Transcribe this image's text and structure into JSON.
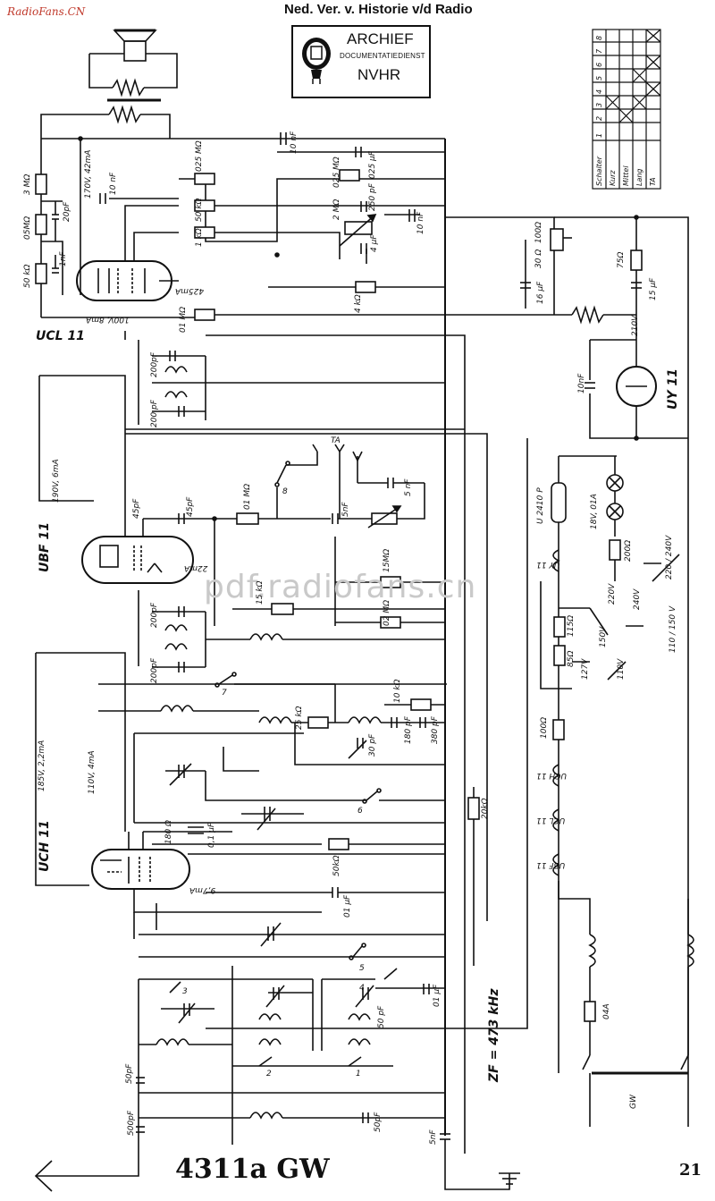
{
  "header": {
    "site": "RadioFans.CN",
    "title": "Ned. Ver. v. Historie v/d Radio"
  },
  "stamp": {
    "line1": "ARCHIEF",
    "line2": "DOCUMENTATIEDIENST",
    "line3": "NVHR"
  },
  "watermark": "pdf.radiofans.cn",
  "model": "4311a GW",
  "page_number": "21",
  "zf_note": "ZF = 473 kHz",
  "tubes": {
    "ucl11": "UCL 11",
    "ubf11": "UBF 11",
    "uch11": "UCH 11",
    "uy11": "UY 11"
  },
  "switch_table": {
    "rows": [
      "Schalter",
      "Kurz",
      "Mittel",
      "Lang",
      "TA"
    ],
    "cols": [
      "1",
      "2",
      "3",
      "4",
      "5",
      "6",
      "7",
      "8"
    ]
  },
  "labels": {
    "r_3m": "3 MΩ",
    "c_20p": "20pF",
    "r_05m": "05MΩ",
    "c_1n": "1nF",
    "r_50k": "50 kΩ",
    "ucl_v1": "170V, 42mA",
    "c_10n_a": "10 nF",
    "r_025m": "025 MΩ",
    "r_50ko": "50 kΩ",
    "r_1k": "1 kΩ",
    "i_425": "425mA",
    "v_100": "100V, 8mA",
    "r_01m": "01 MΩ",
    "c_10n_top": "10 nF",
    "r_025m_b": "025 MΩ",
    "c_025u": "025 μF",
    "c_250p": "250 pF",
    "r_2m": "2 MΩ",
    "c_4u": "4 μF",
    "c_10n_b": "10 nF",
    "r_4k": "4 kΩ",
    "r_100o": "100Ω",
    "r_30o": "30 Ω",
    "c_16u": "16 μF",
    "r_75o": "75Ω",
    "c_15u": "15 μF",
    "v_210": "210V",
    "c_10n_uy": "10nF",
    "c_200p_1": "200pF",
    "c_200p_2": "200 pF",
    "ubf_v": "190V, 6mA",
    "c_45p_a": "45pF",
    "c_45p_b": "45pF",
    "r_01m_b": "01 MΩ",
    "sw8": "8",
    "ta": "TA",
    "c_5n_a": "5nF",
    "c_5n_b": "5 nF",
    "r_15m": "15MΩ",
    "i_22": "22mA",
    "r_15k": "15 kΩ",
    "r_02m": "02 MΩ",
    "c_200p_3": "200pF",
    "c_200p_4": "200pF",
    "sw7": "7",
    "r_10k": "10 kΩ",
    "r_25k": "25 kΩ",
    "c_180p": "180 pF",
    "c_30p": "30 pF",
    "c_380p": "380 pF",
    "uch_v1": "185V, 2,2mA",
    "uch_v2": "110V, 4mA",
    "sw6": "6",
    "r_180o": "180 Ω",
    "c_01u_a": "0,1 μF",
    "r_50k_b": "50kΩ",
    "i_97": "9,7mA",
    "c_01u_b": "01 μF",
    "r_20k": "20kΩ",
    "sw5": "5",
    "sw3": "3",
    "sw4": "4",
    "c_50p_a": "50 pF",
    "c_01u_c": "01 μF",
    "sw2": "2",
    "sw1": "1",
    "c_50p_b": "50pF",
    "c_500p": "500pF",
    "c_50p_c": "50pF",
    "c_5n_c": "5nF",
    "u2410p": "U 2410 P",
    "v_18": "18V, 01A",
    "r_200o": "200Ω",
    "uy11_h": "UY 11",
    "r_115o": "115Ω",
    "r_85o": "85Ω",
    "v_220": "220V",
    "v_240": "240V",
    "v_150": "150V",
    "v_127": "127V",
    "v_110": "110V",
    "mains_1": "220 / 240V",
    "mains_2": "110 / 150 V",
    "r_100o_b": "100Ω",
    "uch11_h": "UCH 11",
    "ucl11_h": "UCL 11",
    "ubf11_h": "UBF 11",
    "fuse": "04A",
    "gw": "GW"
  }
}
